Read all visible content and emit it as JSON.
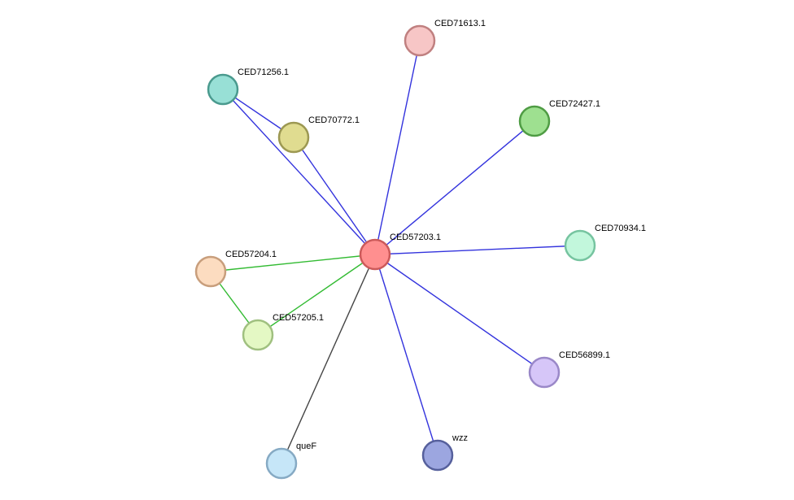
{
  "network": {
    "center": "CED57203.1",
    "nodes": [
      {
        "id": "CED57203.1",
        "label": "CED57203.1",
        "fill": "#ff8f8f",
        "stroke": "#cc5a5a"
      },
      {
        "id": "CED71613.1",
        "label": "CED71613.1",
        "fill": "#f7c6c6",
        "stroke": "#c08080"
      },
      {
        "id": "CED71256.1",
        "label": "CED71256.1",
        "fill": "#98e0d6",
        "stroke": "#4a9a8e"
      },
      {
        "id": "CED70772.1",
        "label": "CED70772.1",
        "fill": "#e0dc90",
        "stroke": "#9c9852"
      },
      {
        "id": "CED72427.1",
        "label": "CED72427.1",
        "fill": "#9ee090",
        "stroke": "#4f9c44"
      },
      {
        "id": "CED70934.1",
        "label": "CED70934.1",
        "fill": "#c2f7dc",
        "stroke": "#76c4a0"
      },
      {
        "id": "CED57204.1",
        "label": "CED57204.1",
        "fill": "#fcdcc0",
        "stroke": "#c89e7c"
      },
      {
        "id": "CED57205.1",
        "label": "CED57205.1",
        "fill": "#e4f8c4",
        "stroke": "#a0c080"
      },
      {
        "id": "CED56899.1",
        "label": "CED56899.1",
        "fill": "#d6c6f8",
        "stroke": "#9a88c8"
      },
      {
        "id": "queF",
        "label": "queF",
        "fill": "#c6e6f8",
        "stroke": "#86aac4"
      },
      {
        "id": "wzz",
        "label": "wzz",
        "fill": "#9ca6e0",
        "stroke": "#56609c"
      }
    ],
    "edges": [
      {
        "source": "CED57203.1",
        "target": "CED71613.1",
        "color": "#3333dd"
      },
      {
        "source": "CED57203.1",
        "target": "CED71256.1",
        "color": "#3333dd"
      },
      {
        "source": "CED71256.1",
        "target": "CED70772.1",
        "color": "#3333dd"
      },
      {
        "source": "CED57203.1",
        "target": "CED70772.1",
        "color": "#3333dd"
      },
      {
        "source": "CED57203.1",
        "target": "CED72427.1",
        "color": "#3333dd"
      },
      {
        "source": "CED57203.1",
        "target": "CED70934.1",
        "color": "#3333dd"
      },
      {
        "source": "CED57203.1",
        "target": "CED57204.1",
        "color": "#33bb33"
      },
      {
        "source": "CED57203.1",
        "target": "CED57205.1",
        "color": "#33bb33"
      },
      {
        "source": "CED57204.1",
        "target": "CED57205.1",
        "color": "#33bb33"
      },
      {
        "source": "CED57203.1",
        "target": "CED56899.1",
        "color": "#3333dd"
      },
      {
        "source": "CED57203.1",
        "target": "queF",
        "color": "#444444"
      },
      {
        "source": "CED57203.1",
        "target": "wzz",
        "color": "#3333dd"
      }
    ]
  }
}
